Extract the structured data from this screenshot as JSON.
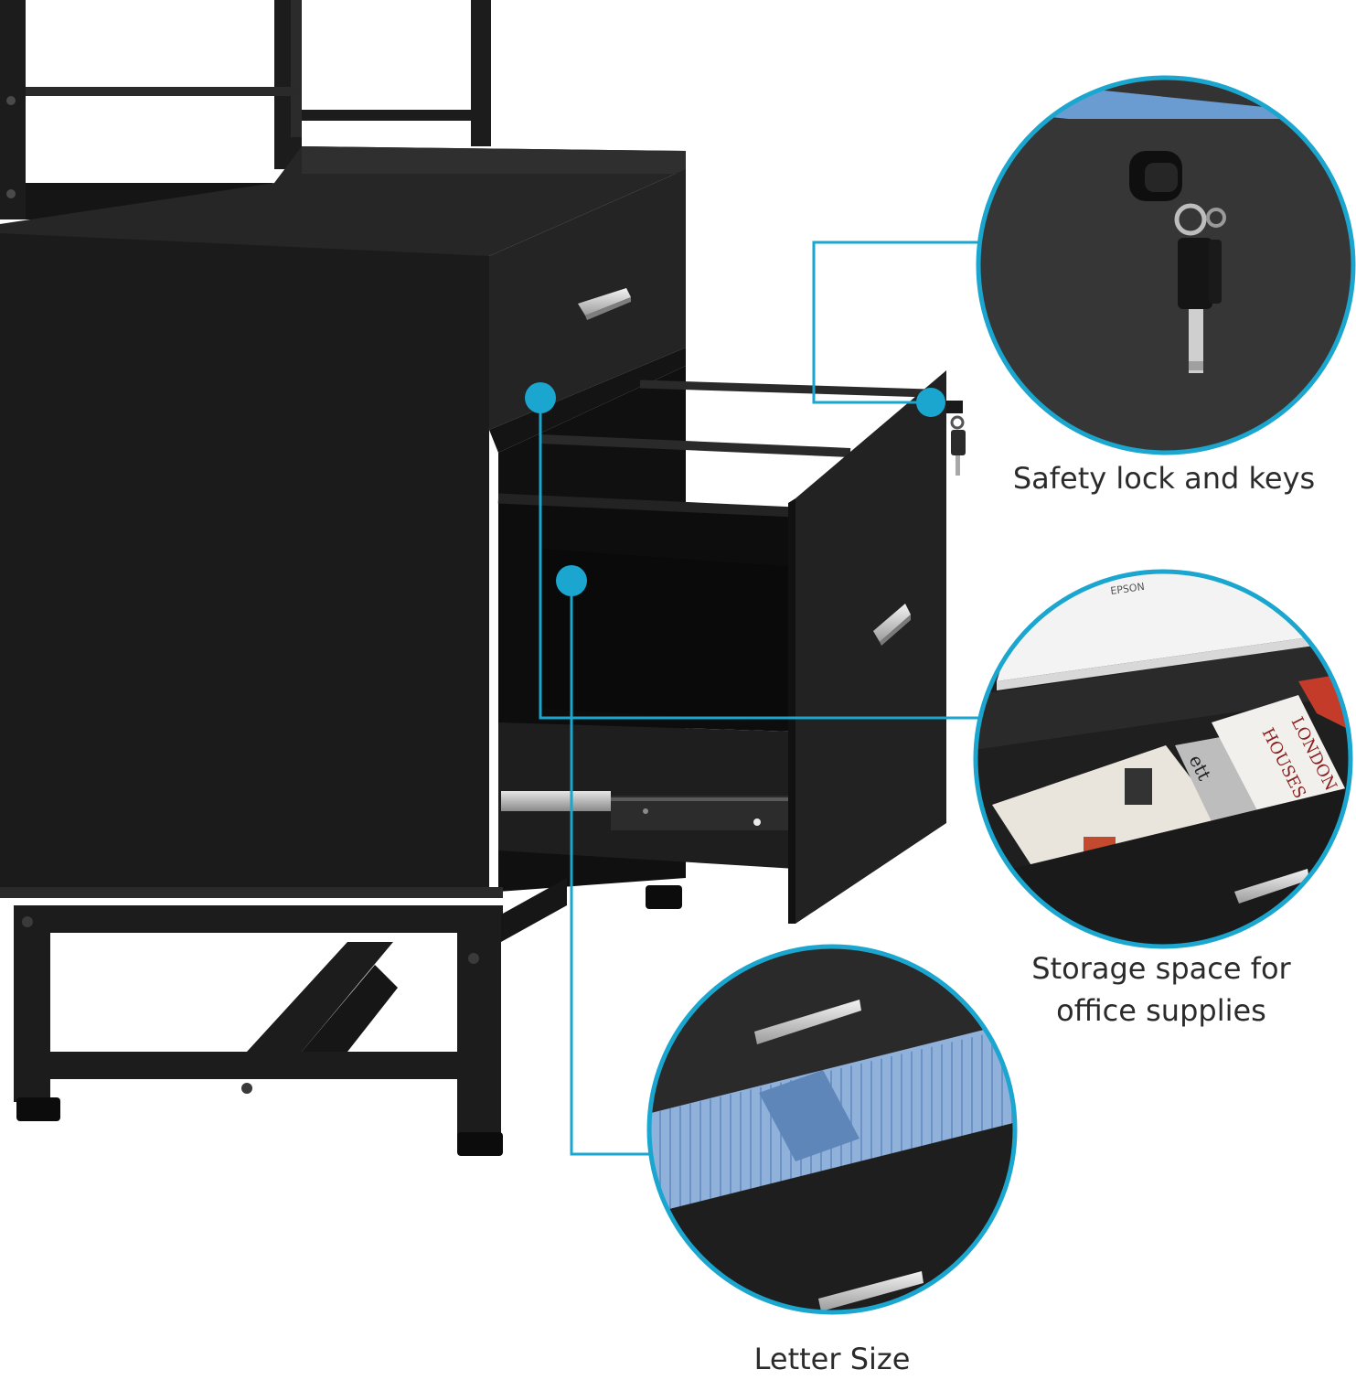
{
  "captions": {
    "lock": "Safety lock and keys",
    "storage_line1": "Storage space for",
    "storage_line2": "office supplies",
    "letter": "Letter Size"
  },
  "books": {
    "spine_1": "HOUSES",
    "spine_2": "LONDON",
    "spine_3": "ett"
  },
  "printer": {
    "brand": "EPSON"
  },
  "colors": {
    "accent": "#1aa6cf",
    "cabinet": "#1c1c1c",
    "cabinet_side": "#2a2a2a",
    "folder_blue": "#8fb1da",
    "handle": "#c9c9c9"
  }
}
